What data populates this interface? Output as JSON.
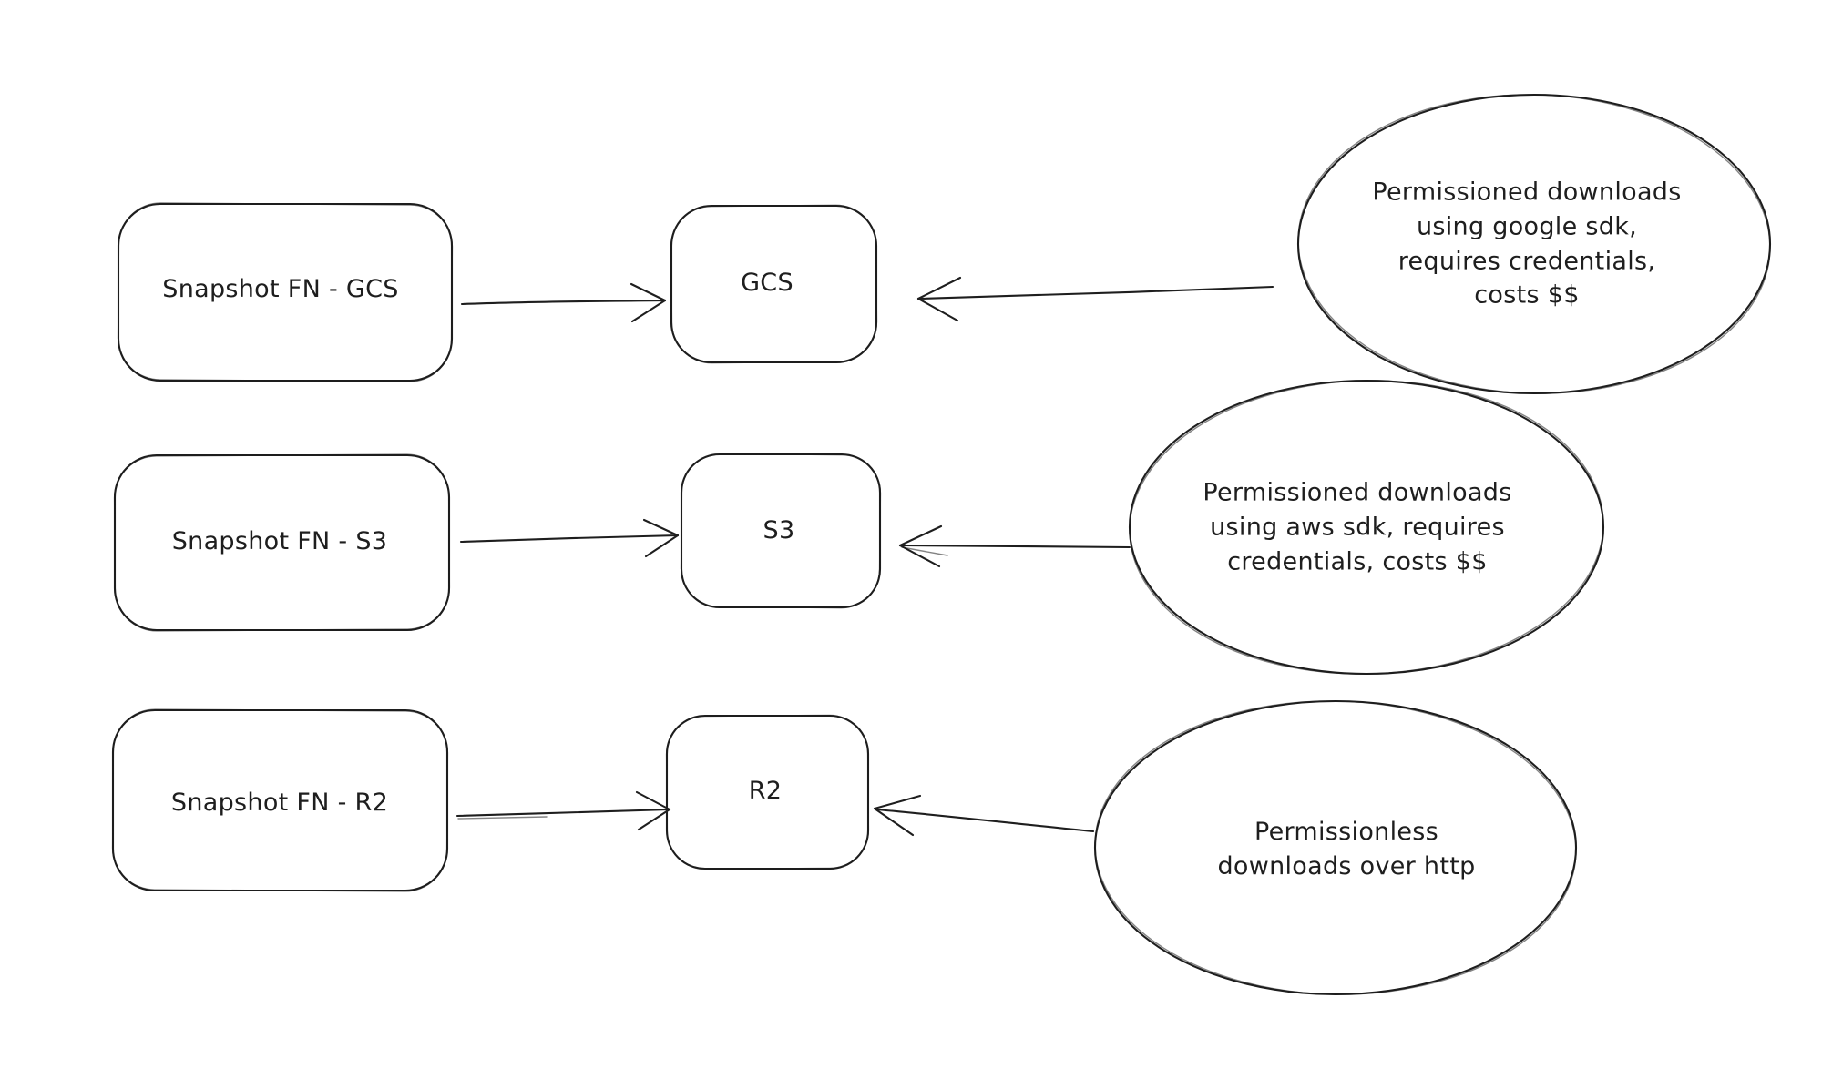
{
  "diagram": {
    "background": "#ffffff",
    "stroke_color": "#1e1e1e",
    "nodes": {
      "snapshot_gcs": {
        "label": "Snapshot FN - GCS"
      },
      "gcs": {
        "label": "GCS"
      },
      "snapshot_s3": {
        "label": "Snapshot FN - S3"
      },
      "s3": {
        "label": "S3"
      },
      "snapshot_r2": {
        "label": "Snapshot FN - R2"
      },
      "r2": {
        "label": "R2"
      }
    },
    "notes": {
      "gcs_note": {
        "label": "Permissioned downloads\nusing google sdk,\nrequires credentials,\ncosts $$"
      },
      "s3_note": {
        "label": "Permissioned downloads\nusing aws sdk, requires\ncredentials, costs $$"
      },
      "r2_note": {
        "label": "Permissionless\ndownloads over http"
      }
    },
    "edges": [
      {
        "from": "snapshot_gcs",
        "to": "gcs"
      },
      {
        "from": "gcs_note",
        "to": "gcs"
      },
      {
        "from": "snapshot_s3",
        "to": "s3"
      },
      {
        "from": "s3_note",
        "to": "s3"
      },
      {
        "from": "snapshot_r2",
        "to": "r2"
      },
      {
        "from": "r2_note",
        "to": "r2"
      }
    ]
  }
}
